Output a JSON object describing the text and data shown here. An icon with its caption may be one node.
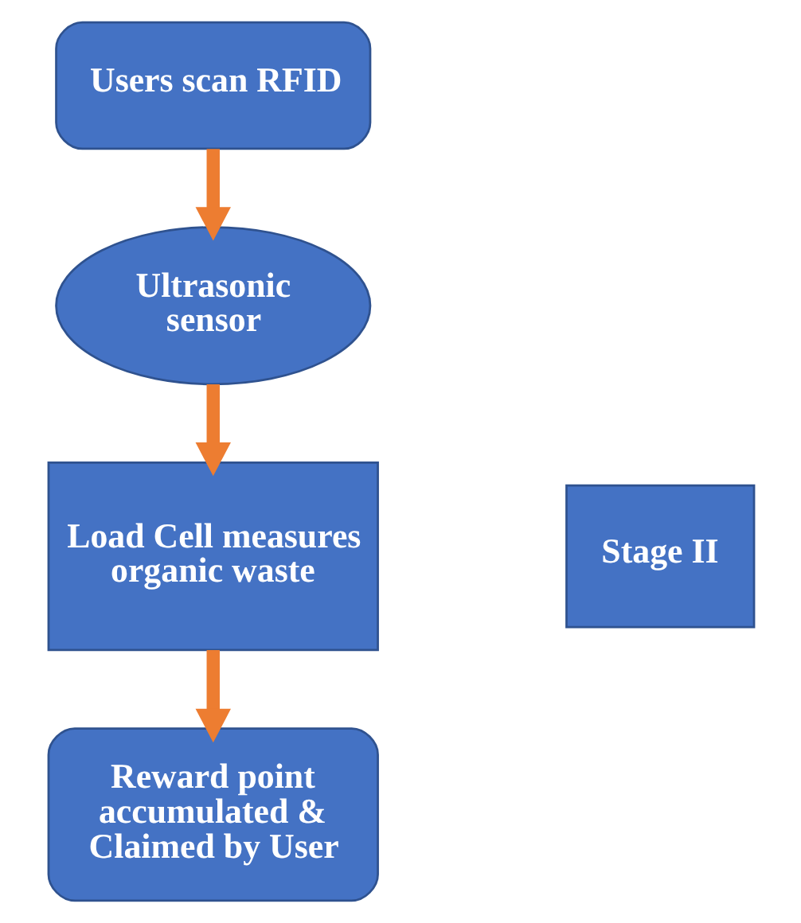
{
  "diagram": {
    "nodes": [
      {
        "text": [
          "Users scan RFID"
        ]
      },
      {
        "text": [
          "Ultrasonic sensor"
        ]
      },
      {
        "text": [
          "Load Cell measures organic waste"
        ]
      },
      {
        "text": [
          "Reward point accumulated & Claimed by User"
        ]
      },
      {
        "text": [
          "Stage II"
        ]
      }
    ],
    "edges": [
      {
        "from": 0,
        "to": 1,
        "arrow": "to"
      },
      {
        "from": 1,
        "to": 2,
        "arrow": "to"
      },
      {
        "from": 2,
        "to": 3,
        "arrow": "to"
      }
    ]
  }
}
